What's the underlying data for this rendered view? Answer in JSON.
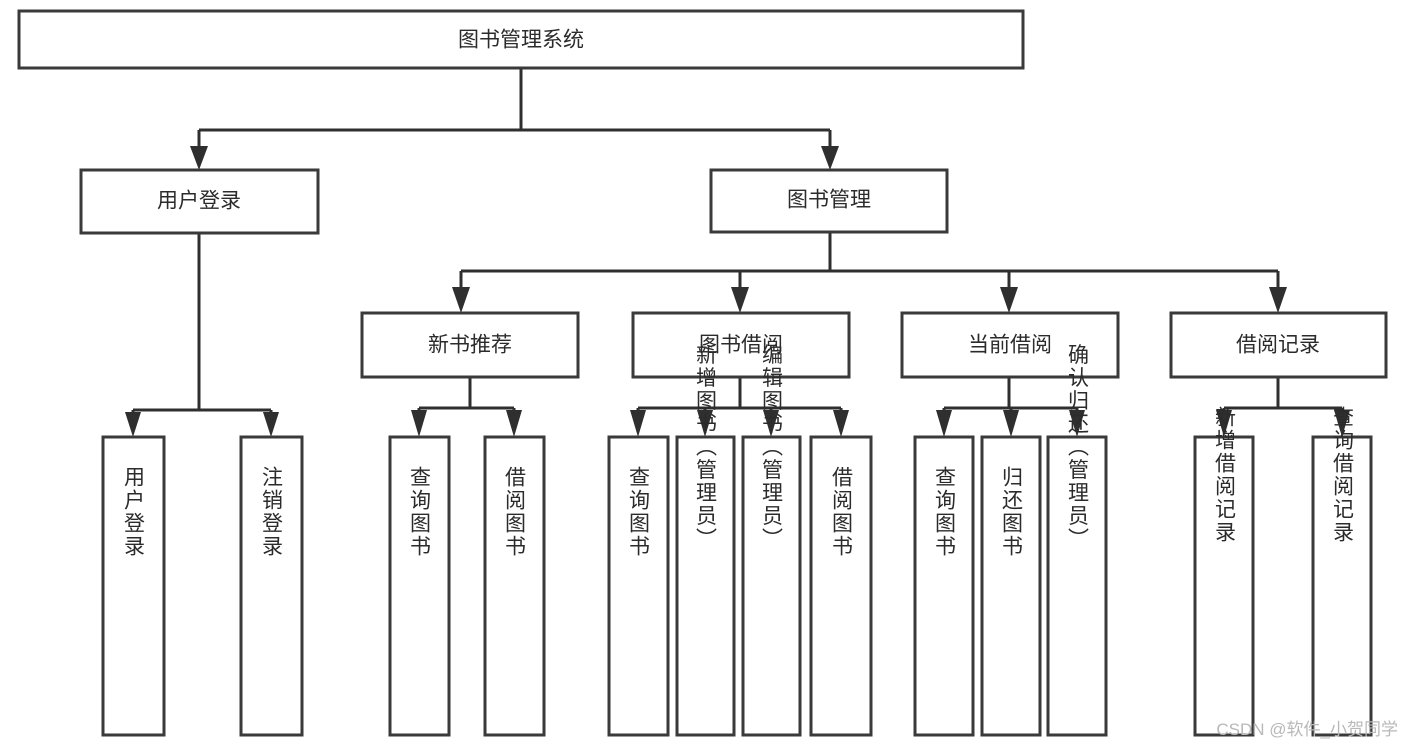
{
  "diagram": {
    "type": "tree-hierarchy-chart",
    "title": "图书管理系统",
    "colors": {
      "box_stroke": "#3a3a3a",
      "box_fill": "#ffffff",
      "connector": "#2f2f2f",
      "label_text": "#2b2b2b",
      "background": "#ffffff",
      "watermark": "#b8b8b8"
    },
    "root": {
      "label": "图书管理系统"
    },
    "level2": [
      {
        "id": "user-login",
        "label": "用户登录"
      },
      {
        "id": "book-management",
        "label": "图书管理"
      }
    ],
    "level3": [
      {
        "id": "new-book-recommend",
        "label": "新书推荐",
        "parent": "book-management"
      },
      {
        "id": "book-borrow",
        "label": "图书借阅",
        "parent": "book-management"
      },
      {
        "id": "current-borrow",
        "label": "当前借阅",
        "parent": "book-management"
      },
      {
        "id": "borrow-record",
        "label": "借阅记录",
        "parent": "book-management"
      }
    ],
    "leaves": {
      "user-login": [
        {
          "id": "leaf-user-login",
          "label": "用户登录"
        },
        {
          "id": "leaf-logout-login",
          "label": "注销登录"
        }
      ],
      "new-book-recommend": [
        {
          "id": "leaf-query-book-1",
          "label": "查询图书"
        },
        {
          "id": "leaf-borrow-book-1",
          "label": "借阅图书"
        }
      ],
      "book-borrow": [
        {
          "id": "leaf-query-book-2",
          "label": "查询图书"
        },
        {
          "id": "leaf-add-book-admin",
          "label": "新增图书（管理员）"
        },
        {
          "id": "leaf-edit-book-admin",
          "label": "编辑图书（管理员）"
        },
        {
          "id": "leaf-borrow-book-2",
          "label": "借阅图书"
        }
      ],
      "current-borrow": [
        {
          "id": "leaf-query-book-3",
          "label": "查询图书"
        },
        {
          "id": "leaf-return-book",
          "label": "归还图书"
        },
        {
          "id": "leaf-confirm-return-admin",
          "label": "确认归还（管理员）"
        }
      ],
      "borrow-record": [
        {
          "id": "leaf-add-borrow-record",
          "label": "新增借阅记录"
        },
        {
          "id": "leaf-query-borrow-record",
          "label": "查询借阅记录"
        }
      ]
    }
  },
  "watermark": {
    "text": "CSDN @软件_小贺同学"
  }
}
